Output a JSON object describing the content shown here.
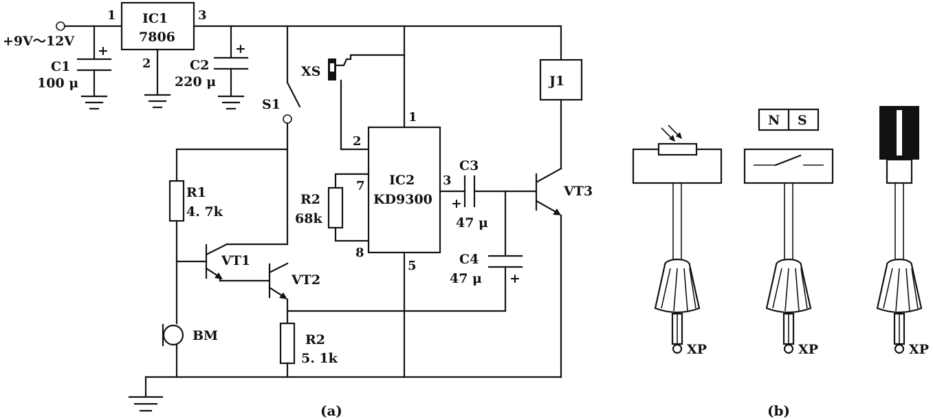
{
  "supply": {
    "label": "+9V～12V"
  },
  "ic1": {
    "name": "IC1",
    "part": "7806",
    "pin_in": "1",
    "pin_gnd": "2",
    "pin_out": "3"
  },
  "c1": {
    "name": "C1",
    "value": "100 μ",
    "polarity": "+"
  },
  "c2": {
    "name": "C2",
    "value": "220 μ",
    "polarity": "+"
  },
  "s1": {
    "name": "S1"
  },
  "xs": {
    "name": "XS"
  },
  "ic2": {
    "name": "IC2",
    "part": "KD9300",
    "pins": [
      "1",
      "2",
      "7",
      "8",
      "5",
      "3"
    ]
  },
  "r1": {
    "name": "R1",
    "value": "4. 7k"
  },
  "r2a": {
    "name": "R2",
    "value": "68k"
  },
  "r2b": {
    "name": "R2",
    "value": "5. 1k"
  },
  "c3": {
    "name": "C3",
    "value": "47 μ",
    "polarity": "+"
  },
  "c4": {
    "name": "C4",
    "value": "47 μ",
    "polarity": "+"
  },
  "j1": {
    "name": "J1"
  },
  "vt1": {
    "name": "VT1"
  },
  "vt2": {
    "name": "VT2"
  },
  "vt3": {
    "name": "VT3"
  },
  "bm": {
    "name": "BM"
  },
  "magnet": {
    "n": "N",
    "s": "S"
  },
  "plugs": [
    "XP",
    "XP",
    "XP"
  ],
  "captions": {
    "a": "(a)",
    "b": "(b)"
  }
}
